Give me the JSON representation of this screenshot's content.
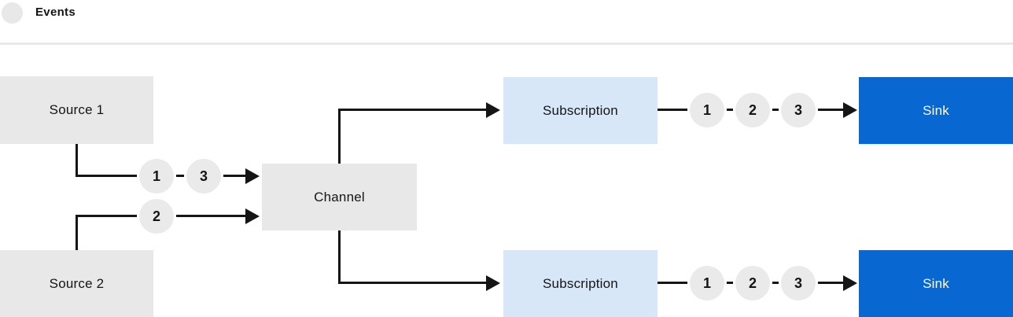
{
  "legend": {
    "label": "Events",
    "swatch_color": "#e8e8e8"
  },
  "nodes": {
    "source1": {
      "label": "Source 1"
    },
    "source2": {
      "label": "Source 2"
    },
    "channel": {
      "label": "Channel"
    },
    "subscription1": {
      "label": "Subscription"
    },
    "subscription2": {
      "label": "Subscription"
    },
    "sink1": {
      "label": "Sink"
    },
    "sink2": {
      "label": "Sink"
    }
  },
  "event_markers": {
    "source1_to_channel": [
      "1",
      "3"
    ],
    "source2_to_channel": [
      "2"
    ],
    "subscription1_to_sink": [
      "1",
      "2",
      "3"
    ],
    "subscription2_to_sink": [
      "1",
      "2",
      "3"
    ]
  },
  "colors": {
    "node_gray": "#e8e8e8",
    "node_light_blue": "#d7e7f7",
    "node_blue": "#0867d0",
    "connector": "#151515",
    "divider": "#e8e8e8",
    "text_dark": "#151515",
    "text_on_blue": "#ffffff"
  }
}
